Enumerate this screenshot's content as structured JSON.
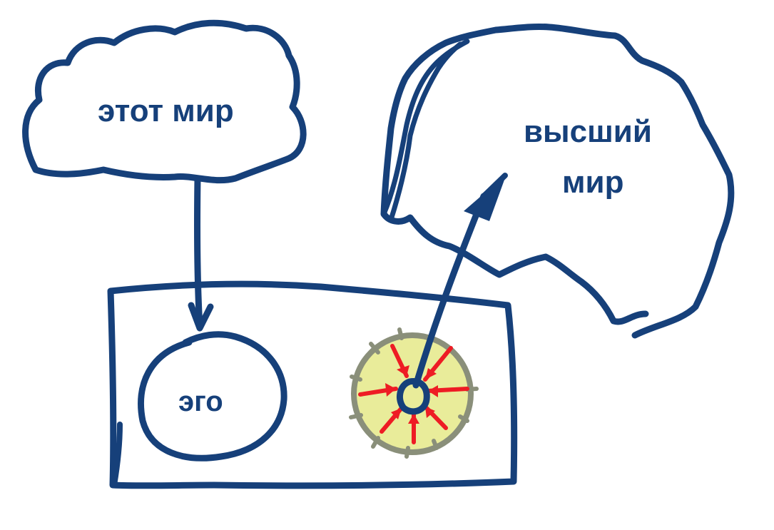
{
  "diagram": {
    "labels": {
      "this_world": "этот мир",
      "higher_world_line1": "высший",
      "higher_world_line2": "мир",
      "ego": "эго"
    },
    "colors": {
      "ink": "#16407a",
      "core_fill": "#e9ec9a",
      "core_rim": "#8a8f7a",
      "rays": "#ee1c24"
    },
    "nodes": [
      "cloud-this-world",
      "cloud-higher-world",
      "container-box",
      "ego-circle",
      "core-circle"
    ],
    "connections": [
      {
        "from": "this_world",
        "to": "ego"
      },
      {
        "from": "core",
        "to": "higher_world"
      }
    ]
  }
}
